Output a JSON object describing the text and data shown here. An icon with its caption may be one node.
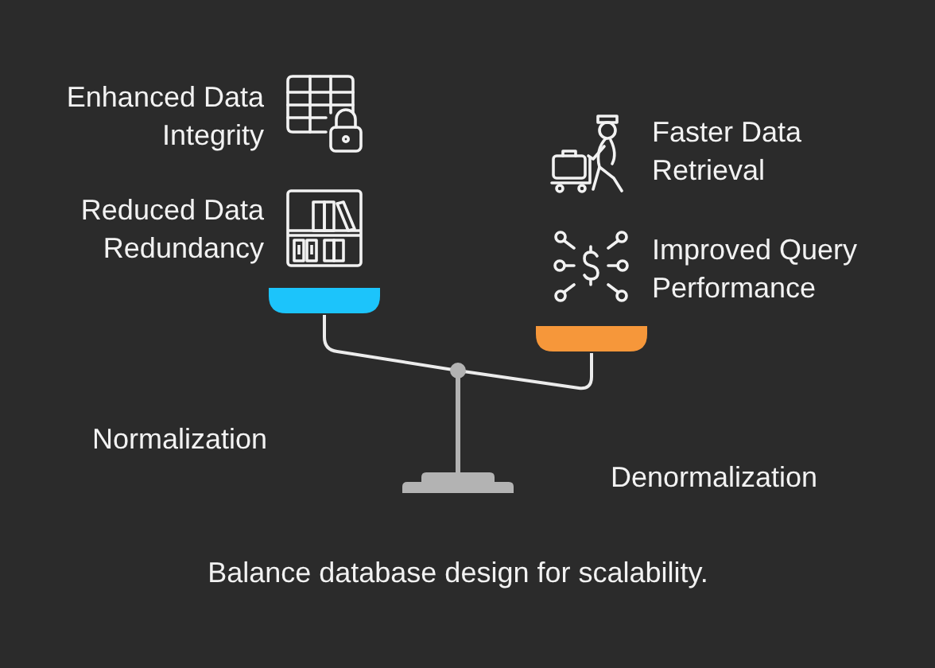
{
  "diagram": {
    "caption": "Balance database design for scalability.",
    "labels": [
      "Enhanced Data Integrity",
      "Faster Data Retrieval",
      "Reduced Data Redundancy",
      "Improved Query Performance",
      "Normalization",
      "Denormalization"
    ]
  }
}
